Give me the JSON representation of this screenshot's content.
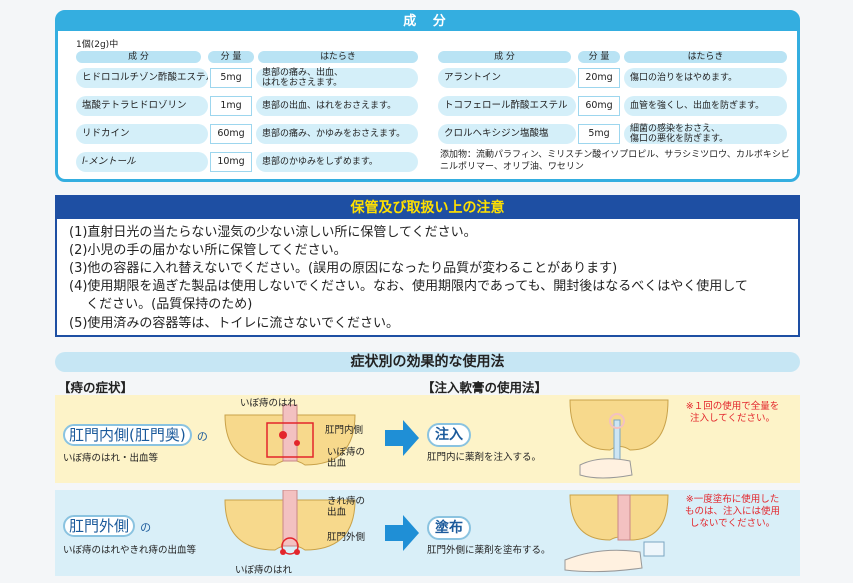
{
  "ingredients": {
    "title": "成 分",
    "dose": "1個(2g)中",
    "headers": {
      "component": "成 分",
      "amount": "分 量",
      "action": "はたらき"
    },
    "left": [
      {
        "name": "ヒドロコルチゾン酢酸エステル",
        "amount": "5mg",
        "action": "患部の痛み、出血、\nはれをおさえます。"
      },
      {
        "name": "塩酸テトラヒドロゾリン",
        "amount": "1mg",
        "action": "患部の出血、はれをおさえます。"
      },
      {
        "name": "リドカイン",
        "amount": "60mg",
        "action": "患部の痛み、かゆみをおさえます。"
      },
      {
        "name": "l-メントール",
        "amount": "10mg",
        "action": "患部のかゆみをしずめます。"
      }
    ],
    "right": [
      {
        "name": "アラントイン",
        "amount": "20mg",
        "action": "傷口の治りをはやめます。"
      },
      {
        "name": "トコフェロール酢酸エステル",
        "amount": "60mg",
        "action": "血管を強くし、出血を防ぎます。"
      },
      {
        "name": "クロルヘキシジン塩酸塩",
        "amount": "5mg",
        "action": "細菌の感染をおさえ、\n傷口の悪化を防ぎます。"
      }
    ],
    "additives": "添加物：流動パラフィン、ミリスチン酸イソプロピル、サラシミツロウ、カルボキシビニルポリマー、オリブ油、ワセリン"
  },
  "cautions": {
    "title": "保管及び取扱い上の注意",
    "items": [
      "(1)直射日光の当たらない湿気の少ない涼しい所に保管してください。",
      "(2)小児の手の届かない所に保管してください。",
      "(3)他の容器に入れ替えないでください。(誤用の原因になったり品質が変わることがあります)",
      "(4)使用期限を過ぎた製品は使用しないでください。なお、使用期限内であっても、開封後はなるべくはやく使用して",
      "　 ください。(品質保持のため)",
      "(5)使用済みの容器等は、トイレに流さないでください。"
    ]
  },
  "usage": {
    "title": "症状別の効果的な使用法",
    "symptom_label": "【痔の症状】",
    "method_label": "【注入軟膏の使用法】",
    "inner": {
      "site": "肛門内側(肛門奥)",
      "suffix": "の",
      "desc": "いぼ痔のはれ・出血等",
      "callout_top": "いぼ痔のはれ",
      "callout_right": "肛門内側",
      "callout_bottom": "いぼ痔の\n出血",
      "method": "注入",
      "method_desc": "肛門内に薬剤を注入する。",
      "note": "※１回の使用で全量を\n注入してください。"
    },
    "outer": {
      "site": "肛門外側",
      "suffix": "の",
      "desc": "いぼ痔のはれやきれ痔の出血等",
      "callout_top": "きれ痔の\n出血",
      "callout_right": "肛門外側",
      "callout_bottom": "いぼ痔のはれ",
      "method": "塗布",
      "method_desc": "肛門外側に薬剤を塗布する。",
      "note": "※一度塗布に使用した\nものは、注入には使用\nしないでください。"
    },
    "colors": {
      "band_inner": "#fdf3c8",
      "band_outer": "#d9eff8",
      "arrow": "#1f8fd6",
      "skin": "#f7d98c"
    }
  }
}
